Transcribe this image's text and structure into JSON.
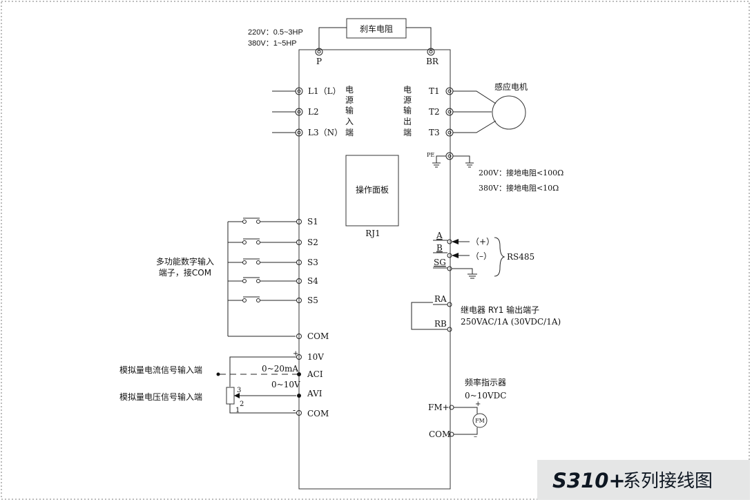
{
  "brake": {
    "label": "刹车电阻",
    "rating_220": "220V：0.5~3HP",
    "rating_380": "380V：1~5HP",
    "terminal_p": "P",
    "terminal_br": "BR"
  },
  "power_input": {
    "terminals": [
      "L1（L）",
      "L2",
      "L3（N）"
    ],
    "label_chars": [
      "电",
      "源",
      "输",
      "入",
      "端"
    ]
  },
  "power_output": {
    "label_chars": [
      "电",
      "源",
      "输",
      "出",
      "端"
    ],
    "terminals": [
      "T1",
      "T2",
      "T3"
    ],
    "motor_label": "感应电机"
  },
  "ground": {
    "terminal": "PE",
    "note_200": "200V：接地电阻<100Ω",
    "note_380": "380V：接地电阻<10Ω"
  },
  "panel": {
    "label": "操作面板",
    "port": "RJ1"
  },
  "digital_inputs": {
    "terminals": [
      "S1",
      "S2",
      "S3",
      "S4",
      "S5"
    ],
    "label_line1": "多功能数字输入",
    "label_line2": "端子，接COM",
    "common": "COM"
  },
  "analog": {
    "terminal_10v": "10V",
    "terminal_aci": "ACI",
    "terminal_avi": "AVI",
    "terminal_com": "COM",
    "current_label": "模拟量电流信号输入端",
    "voltage_label": "模拟量电压信号输入端",
    "current_range": "0~20mA",
    "voltage_range": "0~10V",
    "plus": "+",
    "minus": "-",
    "pot_pin3": "3",
    "pot_pin2": "2",
    "pot_pin1": "1"
  },
  "rs485": {
    "terminals": [
      "A",
      "B",
      "SG"
    ],
    "plus_label": "（+）",
    "minus_label": "（–）",
    "label": "RS485"
  },
  "relay": {
    "terminal_ra": "RA",
    "terminal_rb": "RB",
    "label_line1": "继电器 RY1 输出端子",
    "label_line2": "250VAC/1A (30VDC/1A)"
  },
  "freq_meter": {
    "label_line1": "频率指示器",
    "label_line2": "0~10VDC",
    "terminal_fm": "FM+",
    "terminal_com": "COM",
    "meter": "FM",
    "plus": "+",
    "minus": "–"
  },
  "footer": {
    "model": "S310+",
    "title": "系列接线图"
  }
}
